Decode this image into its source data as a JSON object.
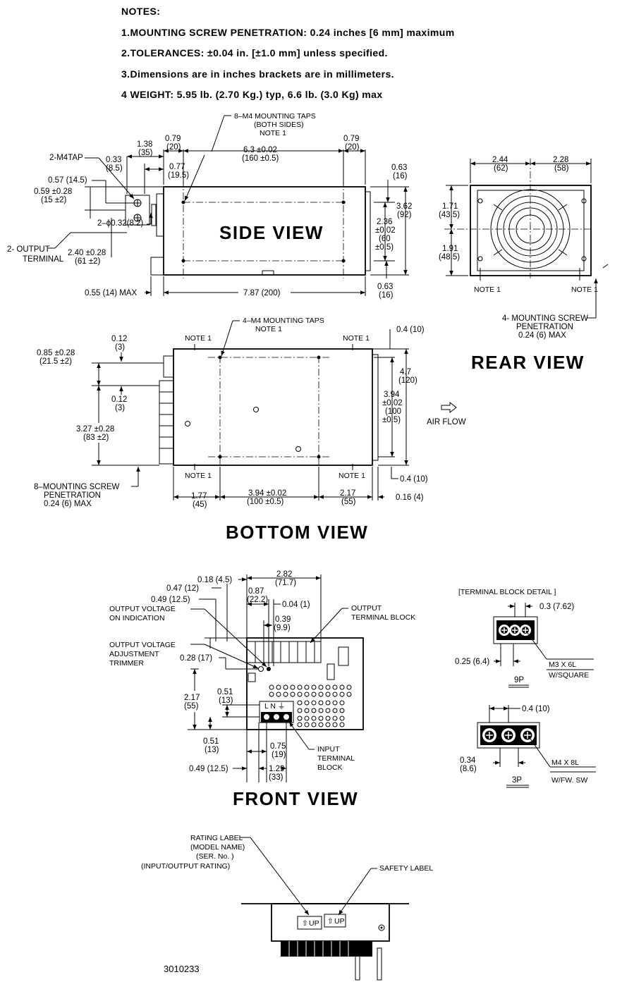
{
  "notes": {
    "heading": "NOTES:",
    "n1": "1.MOUNTING SCREW PENETRATION: 0.24 inches [6 mm] maximum",
    "n2": "2.TOLERANCES: ±0.04 in. [±1.0 mm] unless specified.",
    "n3": "3.Dimensions are in inches brackets are in millimeters.",
    "n4": "4 WEIGHT: 5.95 lb. (2.70 Kg.) typ, 6.6 lb. (3.0 Kg) max"
  },
  "side_view": {
    "title": "SIDE VIEW",
    "taps_1": "8–M4 MOUNTING TAPS",
    "taps_2": "(BOTH SIDES)",
    "taps_3": "NOTE 1",
    "m4tap": "2-M4TAP",
    "d138": "1.38",
    "d138m": "(35)",
    "d079a": "0.79",
    "d079am": "(20)",
    "d63": "6.3 ±0.02",
    "d63m": "(160 ±0.5)",
    "d079b": "0.79",
    "d079bm": "(20)",
    "d033": "0.33",
    "d033m": "(8.5)",
    "d077": "0.77",
    "d077m": "(19.5)",
    "d057": "0.57 (14.5)",
    "d059": "0.59 ±0.28",
    "d059m": "(15 ±2)",
    "phi": "2–ϕ0.32(8.2)",
    "out_term_1": "2- OUTPUT",
    "out_term_2": "TERMINAL",
    "d240": "2.40 ±0.28",
    "d240m": "(61 ±2)",
    "d063a": "0.63",
    "d063am": "(16)",
    "d362": "3.62",
    "d362m": "(92)",
    "d236": "2.36",
    "d236b": "±0.02",
    "d236m": "(60",
    "d236mb": "±0.5)",
    "d055": "0.55 (14) MAX",
    "d787": "7.87 (200)",
    "d063b": "0.63",
    "d063bm": "(16)"
  },
  "rear_view": {
    "title": "REAR VIEW",
    "d244": "2.44",
    "d244m": "(62)",
    "d228": "2.28",
    "d228m": "(58)",
    "d171": "1.71",
    "d171m": "(43.5)",
    "d191": "1.91",
    "d191m": "(48.5)",
    "note_a": "NOTE 1",
    "note_b": "NOTE 1",
    "pen_1": "4- MOUNTING SCREW",
    "pen_2": "PENETRATION",
    "pen_3": "0.24 (6) MAX"
  },
  "bottom_view": {
    "title": "BOTTOM VIEW",
    "taps_1": "4–M4 MOUNTING TAPS",
    "taps_2": "NOTE 1",
    "note_tl": "NOTE 1",
    "note_tr": "NOTE 1",
    "note_bl": "NOTE 1",
    "note_br": "NOTE 1",
    "d04a": "0.4 (10)",
    "d012a": "0.12",
    "d012am": "(3)",
    "d085": "0.85 ±0.28",
    "d085m": "(21.5 ±2)",
    "d012b": "0.12",
    "d012bm": "(3)",
    "d47": "4.7",
    "d47m": "(120)",
    "d394v": "3.94",
    "d394vb": "±0.02",
    "d394vm": "(100",
    "d394vmb": "±0.5)",
    "d327": "3.27 ±0.28",
    "d327m": "(83 ±2)",
    "airflow": "AIR FLOW",
    "pen_1": "8–MOUNTING SCREW",
    "pen_2": "PENETRATION",
    "pen_3": "0.24 (6) MAX",
    "d04b": "0.4 (10)",
    "d177": "1.77",
    "d177m": "(45)",
    "d394h": "3.94 ±0.02",
    "d394hm": "(100 ±0.5)",
    "d217": "2.17",
    "d217m": "(55)",
    "d016": "0.16 (4)"
  },
  "front_view": {
    "title": "FRONT VIEW",
    "d018": "0.18 (4.5)",
    "d282": "2.82",
    "d282m": "(71.7)",
    "d047": "0.47 (12)",
    "d087": "0.87",
    "d087m": "(22.2)",
    "d049a": "0.49 (12.5)",
    "d004": "0.04 (1)",
    "ov_on_1": "OUTPUT VOLTAGE",
    "ov_on_2": "ON INDICATION",
    "d039": "0.39",
    "d039m": "(9.9)",
    "otb_1": "OUTPUT",
    "otb_2": "TERMINAL BLOCK",
    "ova_1": "OUTPUT VOLTAGE",
    "ova_2": "ADJUSTMENT",
    "ova_3": "TRIMMER",
    "d028": "0.28 (17)",
    "d217": "2.17",
    "d217m": "(55)",
    "d051a": "0.51",
    "d051am": "(13)",
    "lnk": "L  N  ⏚",
    "d051b": "0.51",
    "d051bm": "(13)",
    "d075": "0.75",
    "d075m": "(19)",
    "itb_1": "INPUT",
    "itb_2": "TERMINAL",
    "itb_3": "BLOCK",
    "d049b": "0.49 (12.5)",
    "d129": "1.29",
    "d129m": "(33)"
  },
  "terminal_detail": {
    "title": "[TERMINAL BLOCK DETAIL ]",
    "d03": "0.3 (7.62)",
    "d025": "0.25 (6.4)",
    "m3": "M3 X 6L",
    "m3b": "W/SQUARE",
    "p9": "9P",
    "d04": "0.4 (10)",
    "d034": "0.34",
    "d034m": "(8.6)",
    "m4": "M4 X 8L",
    "m4b": "W/FW. SW",
    "p3": "3P"
  },
  "label_view": {
    "rating_1": "RATING LABEL",
    "rating_2": "(MODEL NAME)",
    "rating_3": "(SER. No. )",
    "rating_4": "(INPUT/OUTPUT RATING)",
    "safety": "SAFETY LABEL",
    "up": "UP"
  },
  "drawing_no": "3010233"
}
